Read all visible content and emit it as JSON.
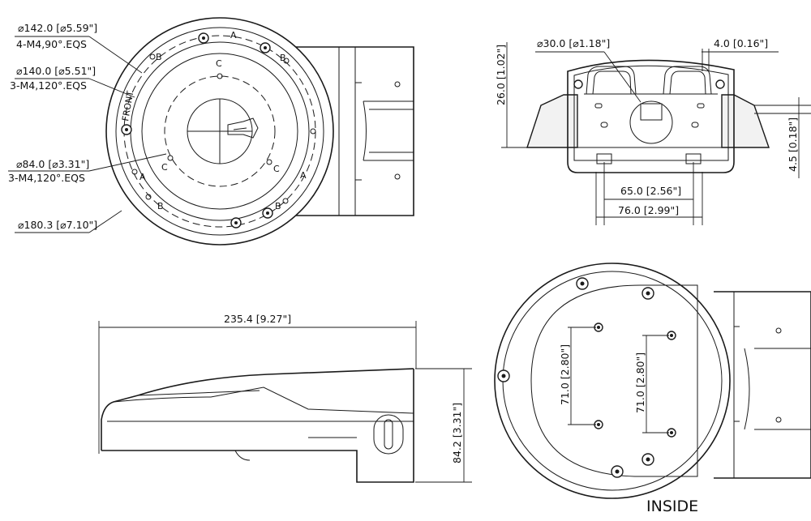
{
  "top_view": {
    "labels": {
      "d142": "⌀142.0 [⌀5.59\"]",
      "d142_thread": "4-M4,90°.EQS",
      "d140": "⌀140.0 [⌀5.51\"]",
      "d140_thread": "3-M4,120°.EQS",
      "d84": "⌀84.0 [⌀3.31\"]",
      "d84_thread": "3-M4,120°.EQS",
      "d180": "⌀180.3 [⌀7.10\"]",
      "front": "FRONT",
      "letter_a": "A",
      "letter_b": "B",
      "letter_c": "C"
    }
  },
  "end_view": {
    "labels": {
      "d30": "⌀30.0 [⌀1.18\"]",
      "w4": "4.0 [0.16\"]",
      "h26": "26.0 [1.02\"]",
      "h4_5": "4.5 [0.18\"]",
      "w65": "65.0 [2.56\"]",
      "w76": "76.0 [2.99\"]"
    }
  },
  "side_view": {
    "labels": {
      "len": "235.4 [9.27\"]",
      "height": "84.2 [3.31\"]"
    }
  },
  "inside_view": {
    "labels": {
      "spacing_left": "71.0 [2.80\"]",
      "spacing_right": "71.0 [2.80\"]",
      "caption": "INSIDE"
    }
  }
}
